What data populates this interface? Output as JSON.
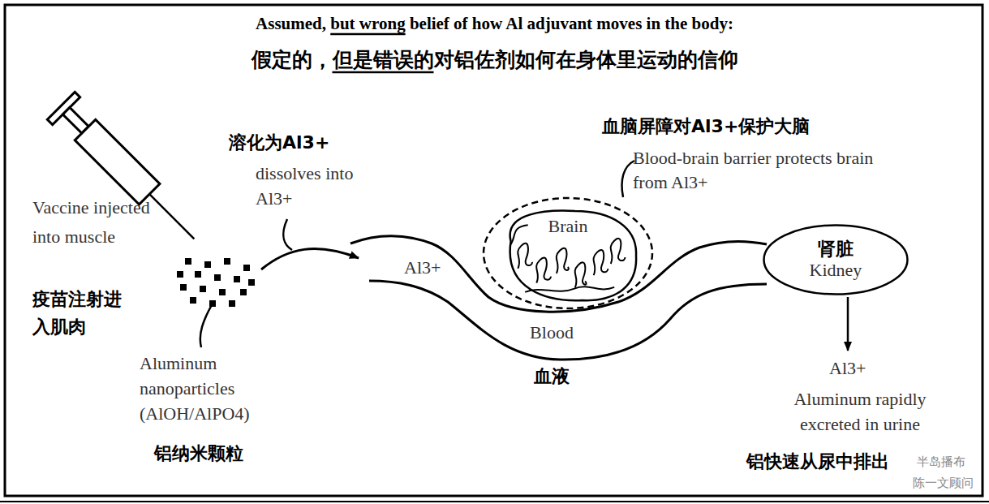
{
  "diagram": {
    "title": "Assumed, but wrong belief of how Al adjuvant moves in the body:",
    "nodes": [
      {
        "text": [
          "Brain"
        ]
      },
      {
        "text": [
          "肾脏",
          "Kidney"
        ]
      }
    ],
    "labels": [
      "假定的，但是错误的对铝佐剂如何在身体里运动的信仰",
      "Vaccine injected into muscle",
      "疫苗注射进入肌肉",
      "Aluminum nanoparticles (AlOH/AlPO4)",
      "铝纳米颗粒",
      "溶化为Al3+",
      "dissolves into Al3+",
      "Al3+",
      "Blood",
      "血液",
      "血脑屏障对Al3+保护大脑",
      "Blood-brain barrier protects brain from Al3+",
      "Al3+",
      "Aluminum rapidly excreted in urine",
      "铝快速从尿中排出",
      "半岛播布",
      "陈一文顾问"
    ]
  }
}
